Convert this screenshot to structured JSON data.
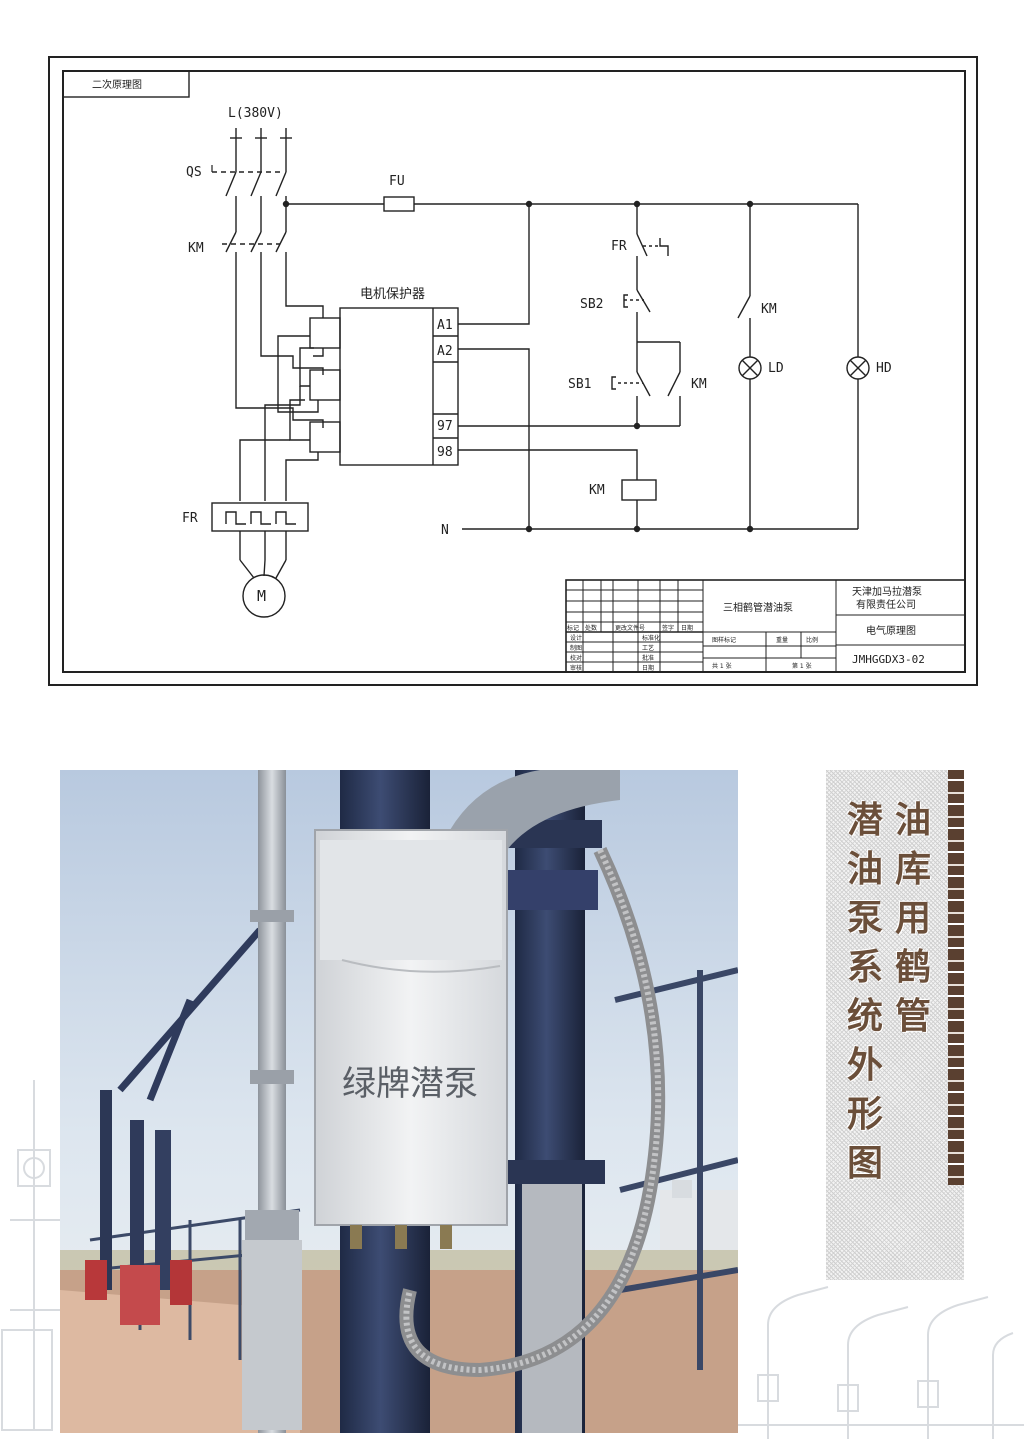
{
  "schematic": {
    "frame_label": "二次原理图",
    "supply_label": "L(380V)",
    "labels": {
      "qs": "QS",
      "km_main": "KM",
      "fu": "FU",
      "fr_thermal": "FR",
      "motor": "M",
      "protector": "电机保护器",
      "pin_a1": "A1",
      "pin_a2": "A2",
      "pin_97": "97",
      "pin_98": "98",
      "fr_contact": "FR",
      "sb2": "SB2",
      "sb1": "SB1",
      "km_aux": "KM",
      "km_coil": "KM",
      "km_lamp": "KM",
      "ld": "LD",
      "hd": "HD",
      "neutral": "N"
    },
    "title_block": {
      "product": "三相鹤管潜油泵",
      "company_line1": "天津加马拉潜泵",
      "company_line2": "有限责任公司",
      "drawing_name": "电气原理图",
      "drawing_no": "JMHGGDX3-02",
      "rev_headers": [
        "标记",
        "处数",
        "更改文件号",
        "签字",
        "日期"
      ],
      "sign_rows": [
        [
          "设计",
          "",
          "标准化",
          ""
        ],
        [
          "制图",
          "",
          "工艺",
          ""
        ],
        [
          "校对",
          "",
          "批准",
          ""
        ],
        [
          "审核",
          "",
          "日期",
          ""
        ]
      ],
      "stage_headers": [
        "图样标记",
        "重量",
        "比例"
      ],
      "sheet_total": "共 1 张",
      "sheet_no": "第 1 张"
    }
  },
  "photo": {
    "box_text": "绿牌潜泵"
  },
  "caption": {
    "col_right": [
      "油",
      "库",
      "用",
      "鹤",
      "管"
    ],
    "col_left": [
      "潜",
      "油",
      "泵",
      "系",
      "统",
      "外",
      "形",
      "图"
    ]
  },
  "colors": {
    "line": "#222222",
    "caption_text": "#6b4f3a",
    "sky": "#c9d7e8",
    "pipe": "#2d3a5c",
    "box": "#e9eaec",
    "deck": "#d9b8a0"
  }
}
